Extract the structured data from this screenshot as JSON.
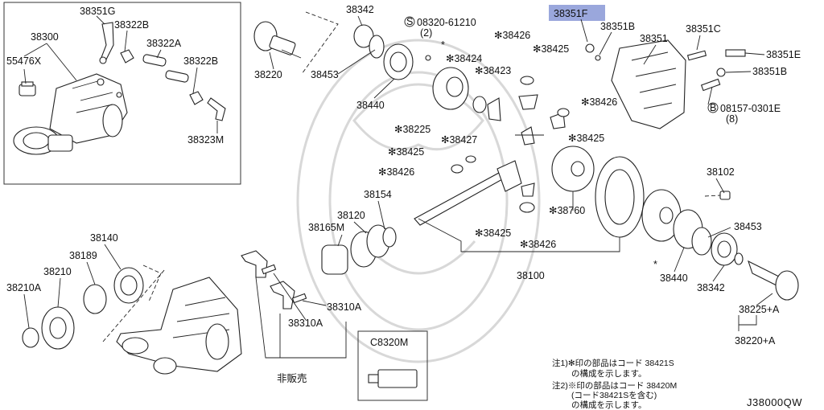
{
  "diagram": {
    "code": "J38000QW",
    "highlight_color": "#9aa7dc",
    "callouts": {
      "p38351g": "38351G",
      "p38322b_a": "38322B",
      "p38300": "38300",
      "p38322a": "38322A",
      "p55476x": "55476X",
      "p38322b_b": "38322B",
      "p38323m": "38323M",
      "p38342_top": "38342",
      "p38220": "38220",
      "p38453_top": "38453",
      "p38440_top": "38440",
      "p08320": "08320-61210",
      "p08320_qty": "(2)",
      "p_star": "*",
      "p38424": "✻38424",
      "p38423": "✻38423",
      "p38426_a": "✻38426",
      "p38425_a": "✻38425",
      "p38225": "✻38225",
      "p38427": "✻38427",
      "p38426_b": "✻38426",
      "p38425_b": "✻38425",
      "p38425_c": "✻38425",
      "p38426_c": "✻38426",
      "p38351f": "38351F",
      "p38351b_a": "38351B",
      "p38351": "38351",
      "p38351c": "38351C",
      "p38351e": "38351E",
      "p38351b_b": "38351B",
      "p08157": "08157-0301E",
      "p08157_qty": "(8)",
      "p38760": "✻38760",
      "p38102": "38102",
      "p38154": "38154",
      "p38120": "38120",
      "p38165m": "38165M",
      "p38425_d": "✻38425",
      "p38426_d": "✻38426",
      "p38100": "38100",
      "p38453_r": "38453",
      "p38440_r": "38440",
      "p38342_r": "38342",
      "p38225a": "38225+A",
      "p38220a": "38220+A",
      "p38140": "38140",
      "p38189": "38189",
      "p38210": "38210",
      "p38210a": "38210A",
      "p38310a_a": "38310A",
      "p38310a_b": "38310A",
      "not_sold": "非販売",
      "c8320m": "C8320M",
      "star_r": "*"
    },
    "notes": {
      "n1a": "注1)✻印の部品はコード 38421S",
      "n1b": "の構成を示します。",
      "n2a": "注2)※印の部品はコード 38420M",
      "n2b": "(コード38421Sを含む)",
      "n2c": "の構成を示します。"
    }
  }
}
